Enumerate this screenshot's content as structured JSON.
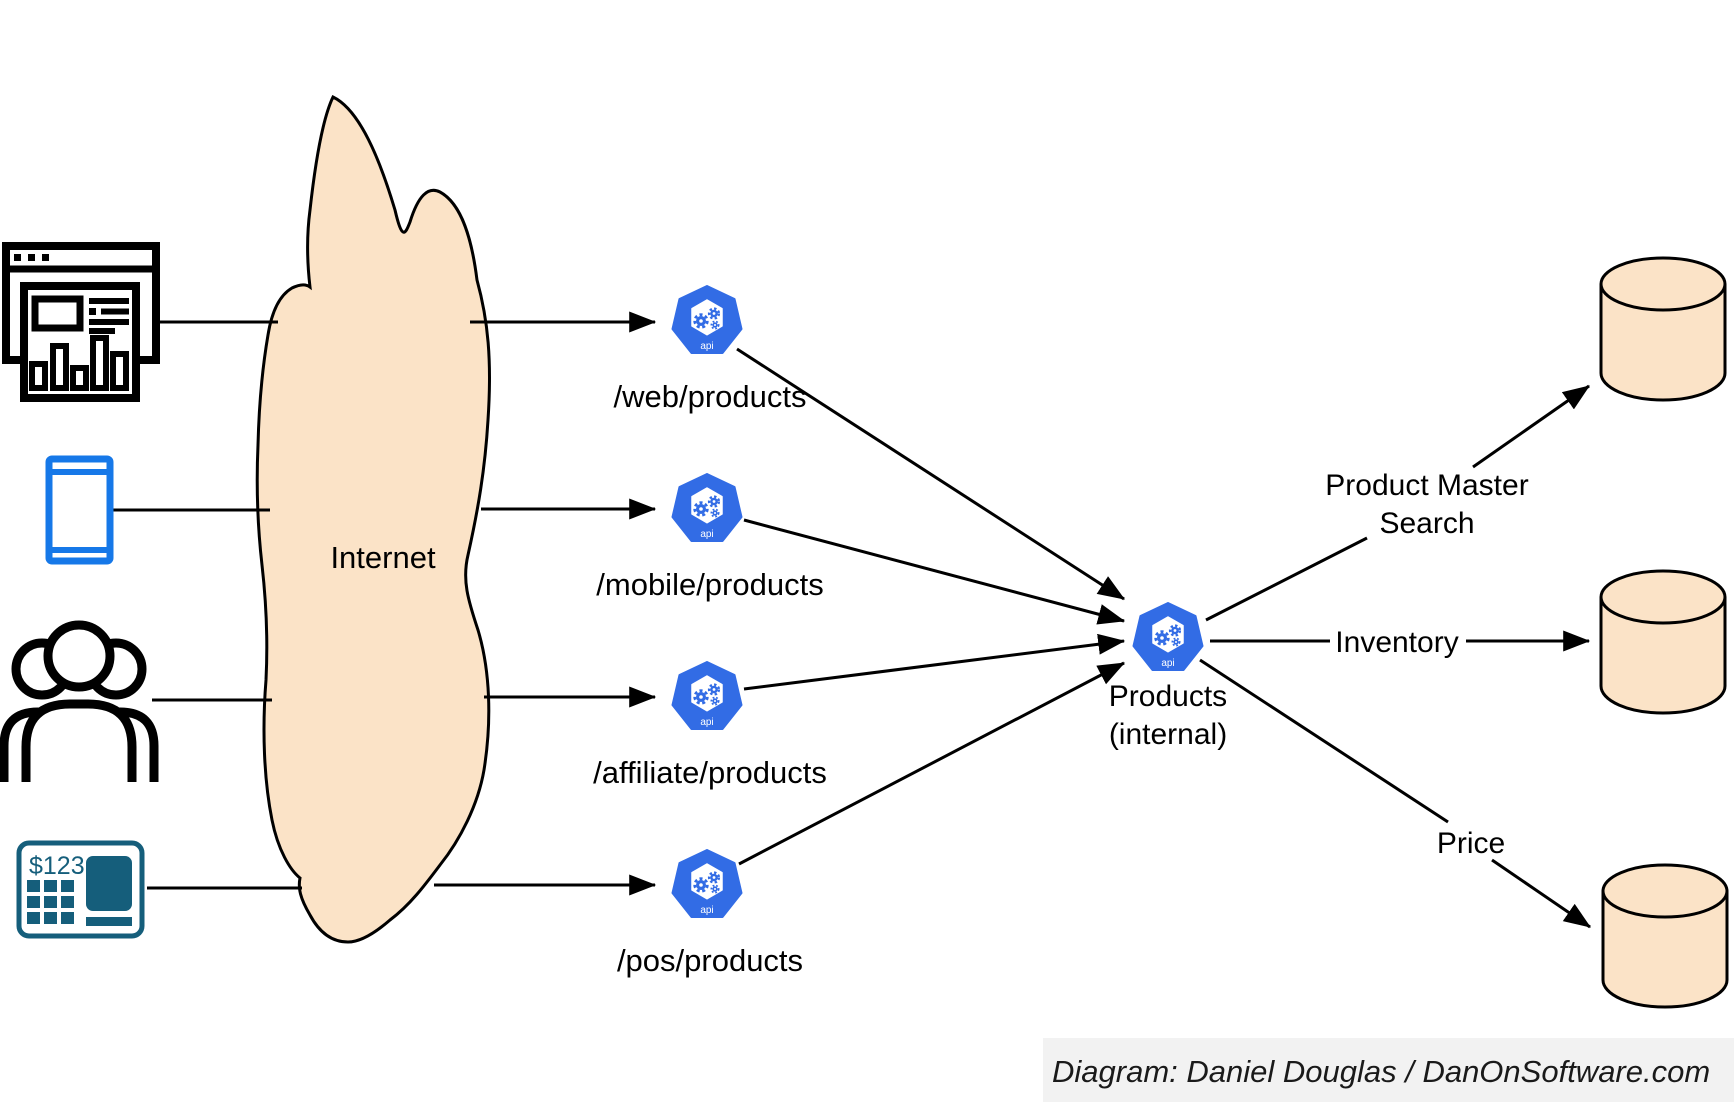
{
  "cloud": {
    "label": "Internet"
  },
  "sources": [
    {
      "name": "web-browser-dashboard"
    },
    {
      "name": "mobile-phone"
    },
    {
      "name": "customers-group"
    },
    {
      "name": "pos-terminal"
    }
  ],
  "pos": {
    "display": "$123"
  },
  "gateway_icon_label": "api",
  "gateways": [
    {
      "label": "/web/products"
    },
    {
      "label": "/mobile/products"
    },
    {
      "label": "/affiliate/products"
    },
    {
      "label": "/pos/products"
    }
  ],
  "hub": {
    "label_line1": "Products",
    "label_line2": "(internal)"
  },
  "datastores": [
    {
      "label_line1": "Product Master",
      "label_line2": "Search"
    },
    {
      "label": "Inventory"
    },
    {
      "label": "Price"
    }
  ],
  "attribution": "Diagram: Daniel Douglas / DanOnSoftware.com",
  "colors": {
    "cloud_fill": "#FBE3C7",
    "database_fill": "#FBE3C7",
    "api_blue": "#326CE5",
    "phone_blue": "#1678E8",
    "pos_teal": "#155E7B",
    "line": "#000000",
    "attribution_bg": "#F2F2F2"
  }
}
